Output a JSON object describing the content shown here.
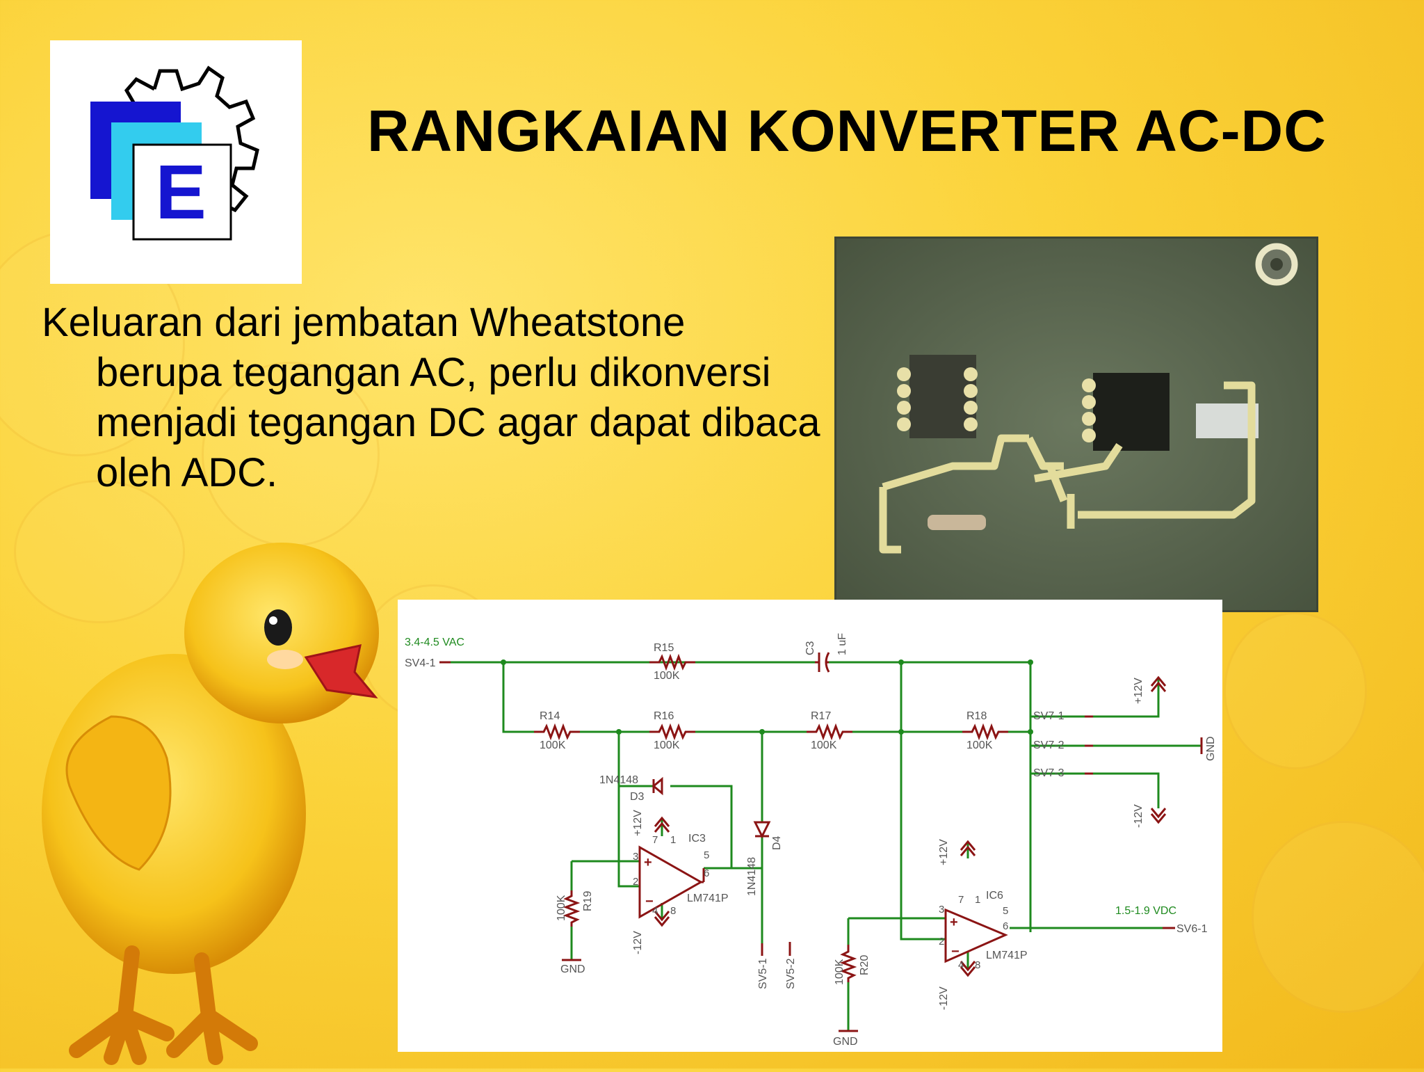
{
  "slide": {
    "title": "RANGKAIAN KONVERTER AC-DC",
    "body": "Keluaran dari jembatan Wheatstone berupa tegangan AC, perlu dikonversi menjadi tegangan DC agar dapat dibaca oleh ADC.",
    "logo_letter": "E"
  },
  "schematic": {
    "input_voltage": "3.4-4.5 VAC",
    "input_connector": "SV4-1",
    "output_voltage": "1.5-1.9 VDC",
    "output_connector": "SV6-1",
    "cap_name": "C3",
    "cap_value": "1 uF",
    "r15_name": "R15",
    "r15_value": "100K",
    "r14_name": "R14",
    "r14_value": "100K",
    "r16_name": "R16",
    "r16_value": "100K",
    "r17_name": "R17",
    "r17_value": "100K",
    "r18_name": "R18",
    "r18_value": "100K",
    "r19_name": "R19",
    "r19_value": "100K",
    "r20_name": "R20",
    "r20_value": "100K",
    "d3_part": "1N4148",
    "d3_name": "D3",
    "d4_part": "1N4148",
    "d4_name": "D4",
    "ic3_name": "IC3",
    "ic3_part": "LM741P",
    "ic6_name": "IC6",
    "ic6_part": "LM741P",
    "sv7_1": "SV7-1",
    "sv7_2": "SV7-2",
    "sv7_3": "SV7-3",
    "sv5_1": "SV5-1",
    "sv5_2": "SV5-2",
    "plus12": "+12V",
    "minus12": "-12V",
    "gnd": "GND",
    "pin1": "1",
    "pin2": "2",
    "pin3": "3",
    "pin4": "4",
    "pin5": "5",
    "pin6": "6",
    "pin7": "7",
    "pin8": "8"
  },
  "colors": {
    "wire": "#1e8a1e",
    "component": "#8b1414",
    "label": "#555555",
    "net_label": "#1e8a1e",
    "pcb_board": "#5d6a52",
    "logo_blue": "#1515d0",
    "logo_cyan": "#33ccee"
  }
}
